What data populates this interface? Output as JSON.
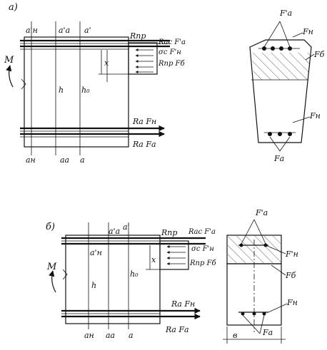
{
  "diagram_a": {
    "panel_label": "а)",
    "moment_label": "M",
    "dim_labels": {
      "a_n_top": "a'н",
      "a_a_top": "a'а",
      "a_top": "a'",
      "h": "h",
      "h0": "h₀",
      "x": "x",
      "a_n_bot": "aн",
      "a_a_bot": "aа",
      "a_bot": "a"
    },
    "force_labels": {
      "r_pr": "Rпр",
      "r_ac_fa": "Rас F'а",
      "sigma_fn": "σс F'н",
      "r_pr_fb": "Rпр Fб",
      "r_a_fn": "Rа Fн",
      "r_a_fa": "Rа Fа"
    },
    "section_labels": {
      "fa_top": "F'а",
      "fn_top": "Fн",
      "fb": "Fб",
      "fn_bot": "Fн",
      "fa_bot": "Fа"
    }
  },
  "diagram_b": {
    "panel_label": "б)",
    "moment_label": "M",
    "dim_labels": {
      "a_n_top": "a'н",
      "a_a_top": "a'а",
      "a_top": "a'",
      "h": "h",
      "h0": "h₀",
      "x": "x",
      "a_n_bot": "aн",
      "a_a_bot": "aа",
      "a_bot": "a",
      "b": "в"
    },
    "force_labels": {
      "r_pr": "Rпр",
      "r_ac_fa": "Rас F'а",
      "sigma_fn": "σс F'н",
      "r_pr_fb": "Rпр Fб",
      "r_a_fn": "Rа Fн",
      "r_a_fa": "Rа Fа"
    },
    "section_labels": {
      "fa_top": "F'а",
      "fn_top": "F'н",
      "fb": "Fб",
      "fn_bot": "Fн",
      "fa_bot": "Fа"
    }
  }
}
